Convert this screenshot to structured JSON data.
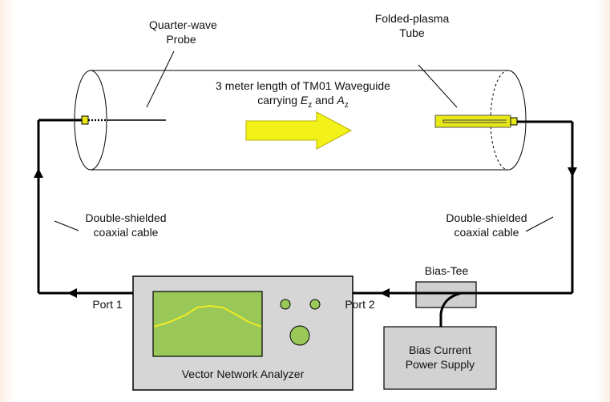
{
  "labels": {
    "probe": [
      "Quarter-wave",
      "Probe"
    ],
    "tube": [
      "Folded-plasma",
      "Tube"
    ],
    "waveguide_line1": "3  meter length of TM01 Waveguide",
    "waveguide_line2_prefix": "carrying ",
    "field_e": "E",
    "field_e_sub": "z",
    "and": " and ",
    "field_a": "A",
    "field_a_sub": "z",
    "cable_left": [
      "Double-shielded",
      "coaxial cable"
    ],
    "cable_right": [
      "Double-shielded",
      "coaxial cable"
    ],
    "bias_tee": "Bias-Tee",
    "port1": "Port 1",
    "port2": "Port 2",
    "vna": "Vector Network Analyzer",
    "power_supply": [
      "Bias Current",
      "Power Supply"
    ]
  },
  "colors": {
    "tube_fill": "#e8e817",
    "arrow_fill": "#f2f21a",
    "screen": "#99c858",
    "trace": "#f0ea26",
    "knob": "#99c858",
    "analyzer_body": "#d6d6d6",
    "bias_tee_fill": "#cfcfcf",
    "power_supply_fill": "#d2d2d2"
  }
}
